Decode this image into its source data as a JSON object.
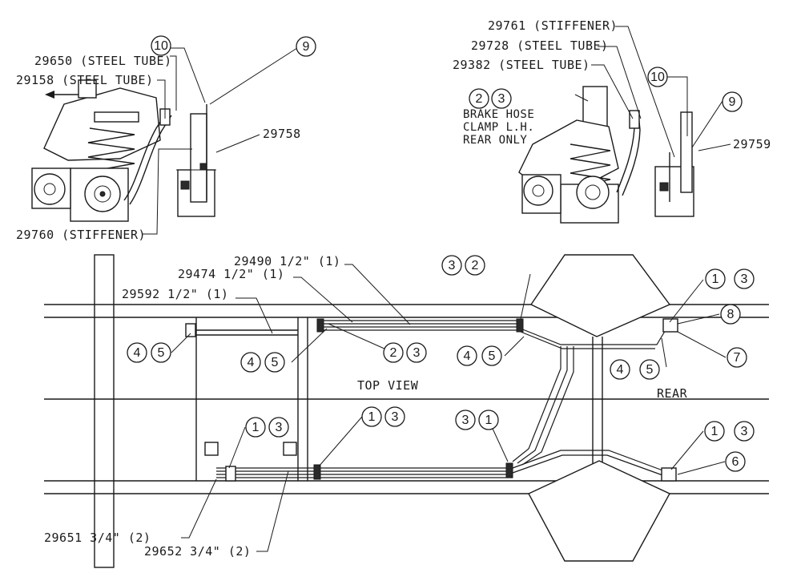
{
  "labels": {
    "p29650": "29650 (STEEL TUBE)",
    "p29158": "29158 (STEEL TUBE)",
    "p29758": "29758",
    "p29760": "29760 (STIFFENER)",
    "p29761": "29761 (STIFFENER)",
    "p29728": "29728 (STEEL TUBE)",
    "p29382": "29382 (STEEL TUBE)",
    "p29759": "29759",
    "p29490": "29490 1/2\" (1)",
    "p29474": "29474 1/2\" (1)",
    "p29592": "29592 1/2\" (1)",
    "p29651": "29651 3/4\" (2)",
    "p29652": "29652 3/4\" (2)"
  },
  "notes": {
    "brake_hose_line1": "BRAKE HOSE",
    "brake_hose_line2": "CLAMP L.H.",
    "brake_hose_line3": "REAR ONLY",
    "top_view": "TOP VIEW",
    "rear": "REAR"
  },
  "bubbles": {
    "b10_left": "10",
    "b9_left": "9",
    "b2_brake": "2",
    "b3_brake": "3",
    "b10_right": "10",
    "b9_right": "9",
    "b3_topmid": "3",
    "b2_topmid": "2",
    "b1_topright": "1",
    "b3_topright": "3",
    "b8": "8",
    "b7": "7",
    "b4_rr": "4",
    "b5_rr": "5",
    "b4_left": "4",
    "b5_left": "5",
    "b4_mid": "4",
    "b5_mid": "5",
    "b2_mid": "2",
    "b3_mid": "3",
    "b4_midr": "4",
    "b5_midr": "5",
    "b1_botleft": "1",
    "b3_botleft": "3",
    "b1_botmid": "1",
    "b3_botmid": "3",
    "b3_botmidr": "3",
    "b1_botmidr": "1",
    "b1_botright": "1",
    "b3_botright": "3",
    "b6": "6"
  }
}
